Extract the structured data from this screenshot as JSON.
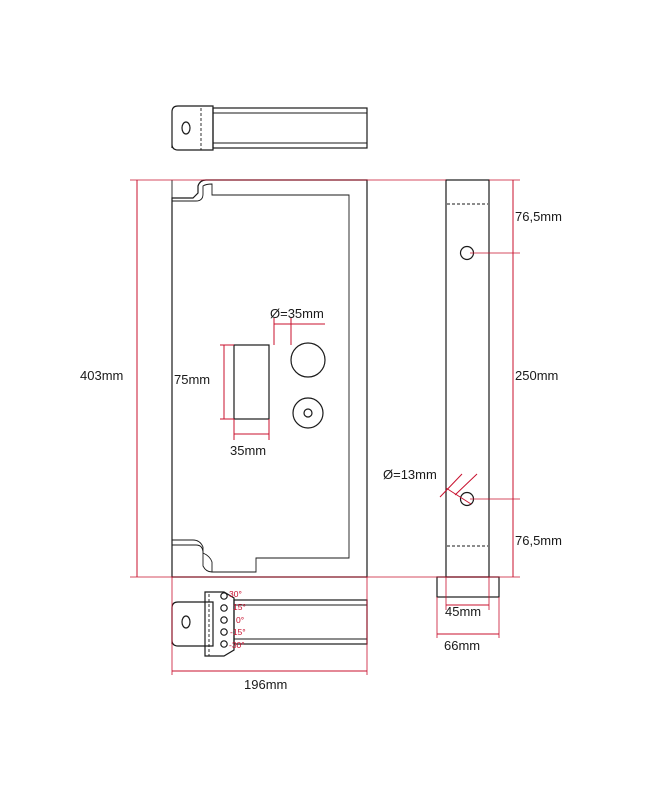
{
  "colors": {
    "outline": "#1a1a1a",
    "dimension": "#c8102e",
    "background": "#ffffff"
  },
  "dimensions": {
    "height_total": "403mm",
    "width_total": "196mm",
    "hole_diameter_large": "Ø=35mm",
    "slot_height": "75mm",
    "slot_width": "35mm",
    "side_top": "76,5mm",
    "side_middle": "250mm",
    "side_bottom": "76,5mm",
    "hole_diameter_small": "Ø=13mm",
    "depth_inner": "45mm",
    "depth_outer": "66mm"
  },
  "angles": [
    "30°",
    "15°",
    "0°",
    "-15°",
    "-30°"
  ]
}
